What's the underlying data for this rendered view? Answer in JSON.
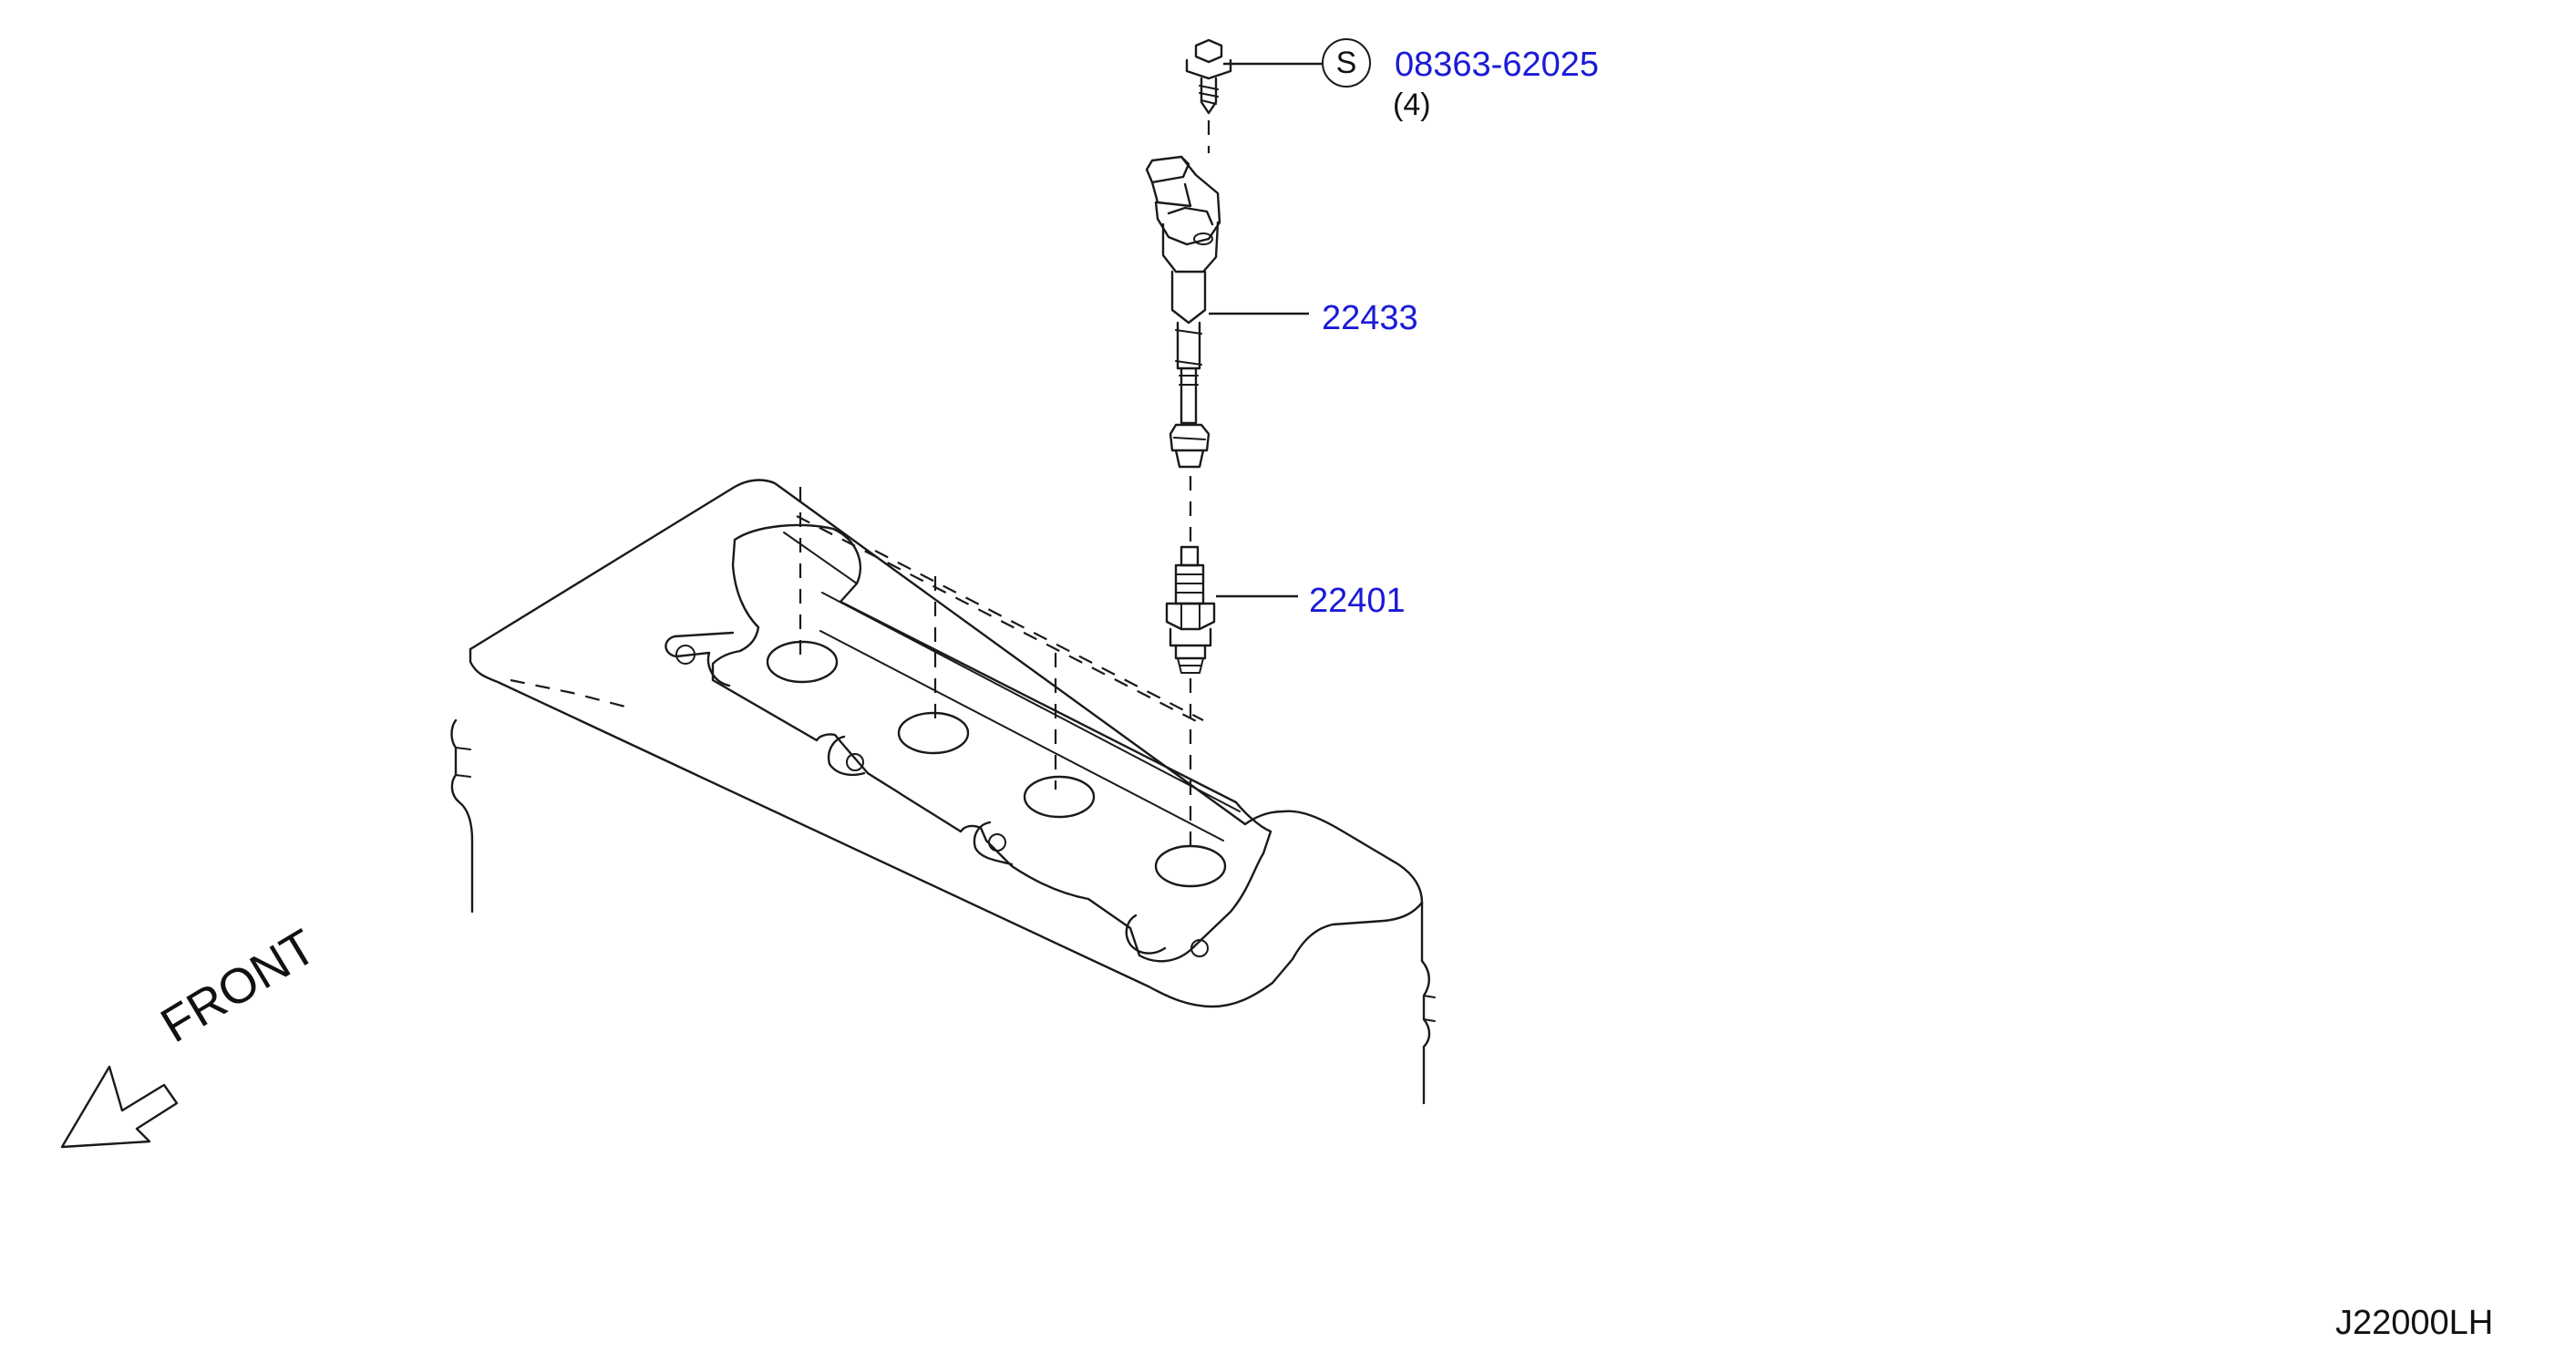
{
  "diagram": {
    "parts": [
      {
        "id": "bolt",
        "number": "08363-62025",
        "quantity": "(4)",
        "symbol": "S"
      },
      {
        "id": "ignition-coil",
        "number": "22433"
      },
      {
        "id": "spark-plug",
        "number": "22401"
      }
    ],
    "front_label": "FRONT",
    "reference_code": "J22000LH",
    "colors": {
      "part_number": "#1a1ad6",
      "line": "#1a1a1a",
      "text": "#111111"
    }
  }
}
